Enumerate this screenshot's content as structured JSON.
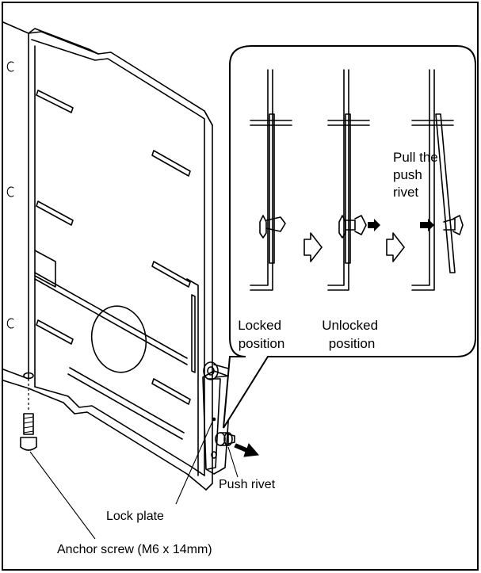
{
  "diagram": {
    "inset_callout": {
      "pull_note": [
        "Pull the",
        "push",
        "rivet"
      ],
      "state_locked": [
        "Locked",
        "position"
      ],
      "state_unlocked": [
        "Unlocked",
        "position"
      ]
    },
    "labels": {
      "push_rivet": "Push rivet",
      "lock_plate": "Lock plate",
      "anchor_screw": "Anchor screw (M6 x 14mm)"
    }
  }
}
